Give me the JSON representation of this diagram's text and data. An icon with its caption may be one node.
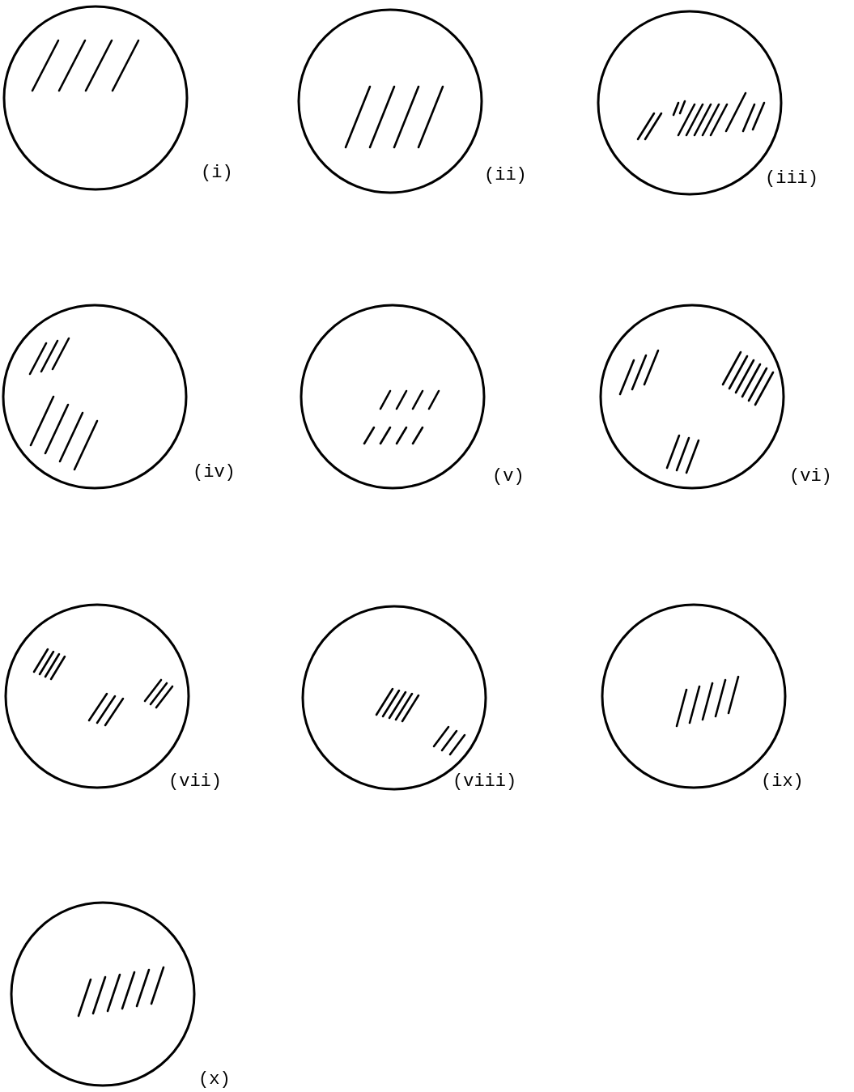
{
  "diagram": {
    "nodes": [
      {
        "text": [],
        "shape": "circle",
        "beside": [
          "(i)"
        ]
      },
      {
        "text": [],
        "shape": "circle",
        "beside": [
          "(ii)"
        ]
      },
      {
        "text": [],
        "shape": "circle",
        "beside": [
          "(iii)"
        ]
      },
      {
        "text": [],
        "shape": "circle",
        "beside": [
          "(iv)"
        ]
      },
      {
        "text": [],
        "shape": "circle",
        "beside": [
          "(v)"
        ]
      },
      {
        "text": [],
        "shape": "circle",
        "beside": [
          "(vi)"
        ]
      },
      {
        "text": [],
        "shape": "circle",
        "beside": [
          "(vii)"
        ]
      },
      {
        "text": [],
        "shape": "circle",
        "beside": [
          "(viii)"
        ]
      },
      {
        "text": [],
        "shape": "circle",
        "beside": [
          "(ix)"
        ]
      },
      {
        "text": [],
        "shape": "circle",
        "beside": [
          "(x)"
        ]
      }
    ]
  }
}
